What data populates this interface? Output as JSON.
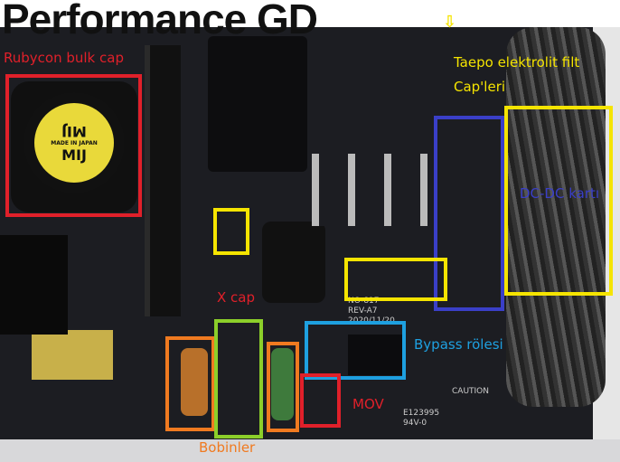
{
  "title": "Performance GD",
  "annotations": {
    "bulk_cap": "Rubycon bulk cap",
    "filter_caps_line1": "Taepo elektrolit filt",
    "filter_caps_line2": "Cap'leri",
    "dcdc": "DC-DC kartı",
    "x_cap": "X cap",
    "bypass": "Bypass rölesi",
    "mov": "MOV",
    "coils": "Bobinler"
  },
  "photo_text": {
    "cap_brand": "MIJ",
    "cap_made": "MADE IN JAPAN",
    "board_rev": "REV-A7",
    "board_date": "2020/11/20",
    "board_id": "NO-817",
    "cert": "E123995",
    "rating": "94V-0",
    "caution": "CAUTION"
  },
  "colors": {
    "red": "#e0202a",
    "yellow": "#f5e400",
    "blue": "#3a3fc8",
    "lightblue": "#1ea0e0",
    "green": "#8ccf2a",
    "orange": "#f07a20",
    "title": "#111111"
  }
}
